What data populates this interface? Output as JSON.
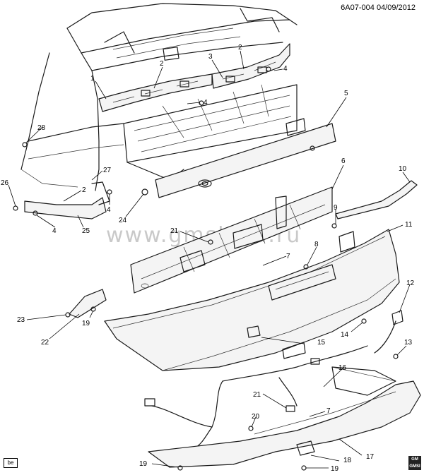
{
  "header": {
    "diagram_code": "6A07-004",
    "date": "04/09/2012"
  },
  "watermark": "www.gmsklad.ru",
  "badge": "be",
  "logo": {
    "brand": "GM",
    "sub": "GMSI"
  },
  "callouts": [
    "1",
    "2",
    "3",
    "2",
    "4",
    "4",
    "5",
    "6",
    "10",
    "28",
    "27",
    "26",
    "2",
    "4",
    "24",
    "25",
    "4",
    "9",
    "11",
    "21",
    "8",
    "7",
    "12",
    "23",
    "22",
    "19",
    "14",
    "13",
    "15",
    "16",
    "21",
    "7",
    "20",
    "17",
    "19",
    "18",
    "19"
  ],
  "colors": {
    "line": "#1a1a1a",
    "watermark": "#c9c9c9",
    "background": "#ffffff"
  }
}
